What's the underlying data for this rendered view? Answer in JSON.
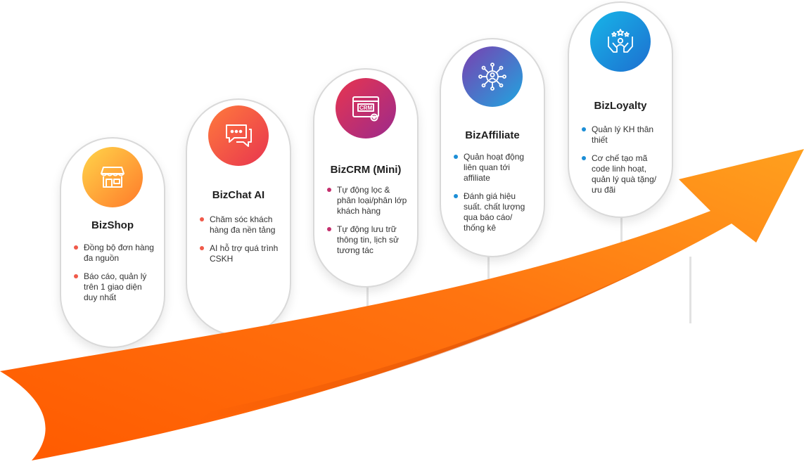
{
  "colors": {
    "arrow_dark": "#ff5a00",
    "arrow_light": "#ffa01e",
    "dot_orange": "#f05a4a",
    "dot_magenta": "#c42f6d",
    "dot_blue": "#1c8ed6"
  },
  "products": [
    {
      "title": "BizShop",
      "icon": "storefront-icon",
      "bullets": [
        "Đồng bộ đơn hàng đa nguồn",
        "Báo cáo, quản lý trên 1 giao diện duy nhất"
      ]
    },
    {
      "title": "BizChat AI",
      "icon": "chat-bubble-icon",
      "bullets": [
        "Chăm sóc khách hàng đa nền tảng",
        "AI hỗ trợ quá trình CSKH"
      ]
    },
    {
      "title": "BizCRM (Mini)",
      "icon": "crm-window-icon",
      "crm_label": "CRM",
      "bullets": [
        "Tự động lọc & phân loại/phân lớp khách hàng",
        "Tự động lưu trữ thông tin, lịch sử tương tác"
      ]
    },
    {
      "title": "BizAffiliate",
      "icon": "network-user-icon",
      "bullets": [
        "Quản hoạt động liên quan tới affiliate",
        "Đánh giá hiệu suất. chất lượng qua báo cáo/ thống kê"
      ]
    },
    {
      "title": "BizLoyalty",
      "icon": "hands-user-stars-icon",
      "bullets": [
        "Quản lý KH thân thiết",
        "Cơ chế tạo mã code linh hoạt, quản lý quà tặng/ưu đãi"
      ]
    }
  ]
}
